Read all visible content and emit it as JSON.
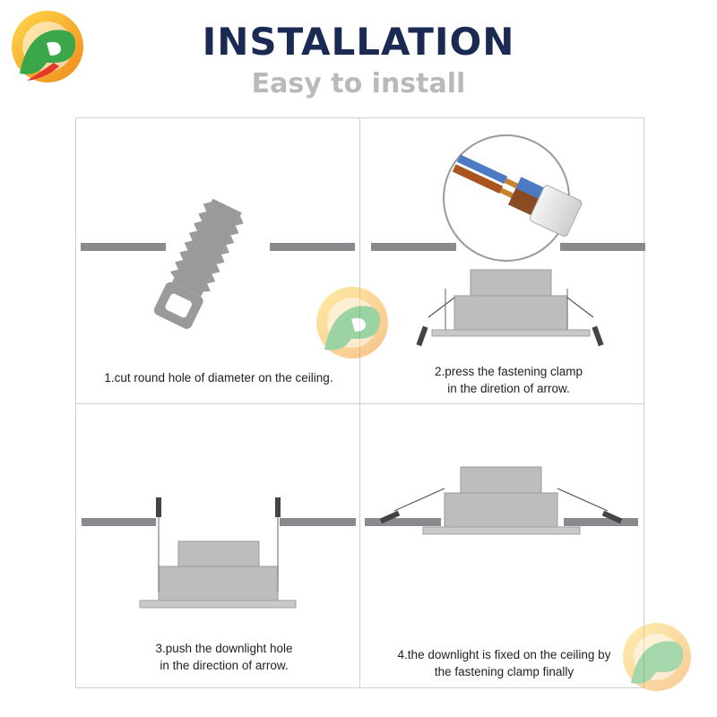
{
  "header": {
    "title": "INSTALLATION",
    "subtitle": "Easy to install"
  },
  "steps": [
    {
      "lines": [
        "1.cut round hole of diameter on the ceiling."
      ]
    },
    {
      "lines": [
        "2.press the fastening clamp",
        "in the diretion of arrow."
      ]
    },
    {
      "lines": [
        "3.push the downlight hole",
        "in the direction of arrow."
      ]
    },
    {
      "lines": [
        "4.the downlight is fixed on the ceiling by",
        "the fastening clamp finally"
      ]
    }
  ],
  "icons": {
    "logo": "brand-logo-icon",
    "watermark": "brand-watermark-icon",
    "saw": "saw-icon",
    "wire": "wire-connector-icon",
    "downlight": "downlight-icon"
  },
  "colors": {
    "title": "#1b2a52",
    "subtitle": "#b9b9b9",
    "ceiling": "#8a8a8e",
    "light_body": "#bdbdbd",
    "logo_green": "#3aa84a",
    "logo_orange": "#f08a1c"
  }
}
